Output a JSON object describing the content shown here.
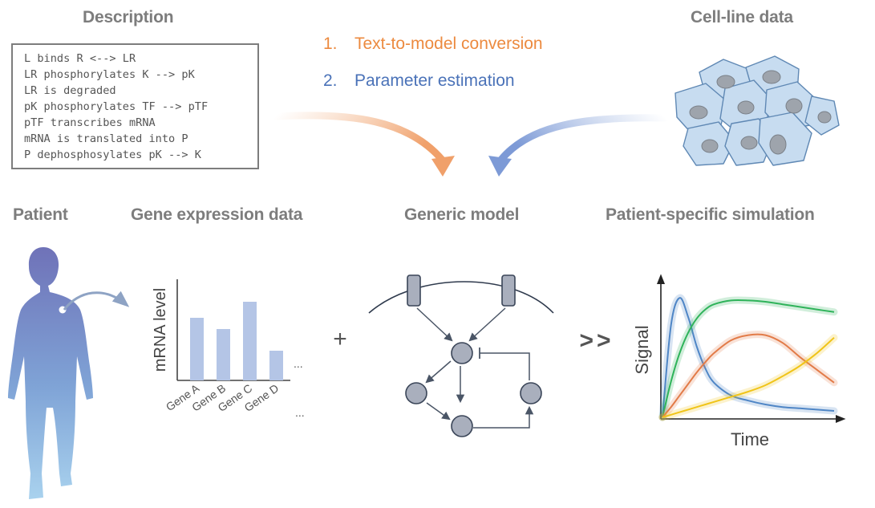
{
  "headings": {
    "description": "Description",
    "cell_line": "Cell-line data",
    "patient": "Patient",
    "gene_expression": "Gene expression data",
    "generic_model": "Generic model",
    "patient_simulation": "Patient-specific simulation"
  },
  "description_lines": [
    "L binds R <--> LR",
    "LR phosphorylates K --> pK",
    "LR is degraded",
    "pK phosphorylates TF --> pTF",
    "pTF transcribes mRNA",
    "mRNA is translated into P",
    "P dephosphosylates pK --> K"
  ],
  "steps": [
    {
      "number": "1.",
      "label": "Text-to-model conversion",
      "color": "#ec8a3f"
    },
    {
      "number": "2.",
      "label": "Parameter estimation",
      "color": "#4a72b8"
    }
  ],
  "operators": {
    "plus": "+",
    "arrow": ">>"
  },
  "colors": {
    "heading": "#7d7d7d",
    "bar": "#b4c5e6",
    "node": "#a9afbd",
    "cell_fill": "#c7dcf0",
    "cell_nucleus": "#9ea4ac",
    "series_blue": "#4f86c6",
    "series_green": "#2fb35a",
    "series_orange": "#e27b48",
    "series_yellow": "#f0c419"
  },
  "gene_chart": {
    "type": "bar",
    "ylabel": "mRNA level",
    "categories": [
      "Gene A",
      "Gene B",
      "Gene C",
      "Gene D"
    ],
    "values": [
      78,
      64,
      98,
      37
    ],
    "ymax": 120,
    "ellipsis_right": "...",
    "ellipsis_below": "..."
  },
  "chart_data": {
    "type": "line",
    "xlabel": "Time",
    "ylabel": "Signal",
    "xlim": [
      0,
      10
    ],
    "ylim": [
      0,
      1
    ],
    "grid": false,
    "x": [
      0,
      0.5,
      1,
      1.5,
      2,
      2.5,
      3,
      4,
      5,
      6,
      7,
      8,
      9,
      10
    ],
    "series": [
      {
        "values": [
          0,
          0.72,
          0.93,
          0.78,
          0.55,
          0.38,
          0.27,
          0.17,
          0.13,
          0.1,
          0.08,
          0.07,
          0.06,
          0.05
        ],
        "color": "#4f86c6"
      },
      {
        "values": [
          0,
          0.28,
          0.5,
          0.66,
          0.77,
          0.84,
          0.88,
          0.91,
          0.91,
          0.9,
          0.88,
          0.86,
          0.84,
          0.82
        ],
        "color": "#2fb35a"
      },
      {
        "values": [
          0,
          0.08,
          0.17,
          0.26,
          0.35,
          0.43,
          0.5,
          0.6,
          0.64,
          0.64,
          0.58,
          0.47,
          0.37,
          0.27
        ],
        "color": "#e27b48"
      },
      {
        "values": [
          0,
          0.02,
          0.04,
          0.06,
          0.08,
          0.1,
          0.12,
          0.16,
          0.2,
          0.25,
          0.32,
          0.4,
          0.5,
          0.62
        ],
        "color": "#f0c419"
      }
    ]
  }
}
